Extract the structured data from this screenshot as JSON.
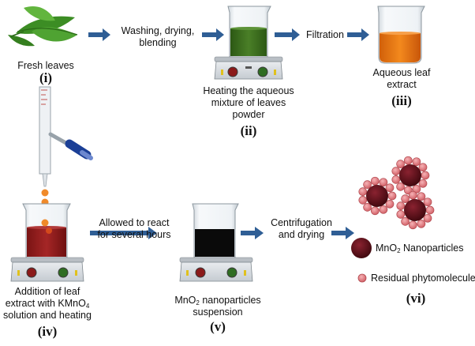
{
  "steps": {
    "s1": "(i)",
    "s2": "(ii)",
    "s3": "(iii)",
    "s4": "(iv)",
    "s5": "(v)",
    "s6": "(vi)"
  },
  "labels": {
    "fresh_leaves": "Fresh leaves",
    "washing_l1": "Washing, drying,",
    "washing_l2": "blending",
    "filtration": "Filtration",
    "heating_l1": "Heating the aqueous",
    "heating_l2": "mixture of leaves",
    "heating_l3": "powder",
    "extract_l1": "Aqueous leaf",
    "extract_l2": "extract",
    "react_l1": "Allowed to react",
    "react_l2": "for several hours",
    "centrif_l1": "Centrifugation",
    "centrif_l2": "and drying",
    "addition_l1": "Addition of leaf",
    "addition_l2a": "extract with KMnO",
    "addition_l2sub": "4",
    "addition_l3": "solution and heating",
    "susp_l1a": "MnO",
    "susp_l1sub": "2",
    "susp_l1b": " nanoparticles",
    "susp_l2": "suspension"
  },
  "legend": {
    "np_a": "MnO",
    "np_sub": "2",
    "np_b": " Nanoparticles",
    "phyto": "Residual phytomolecules"
  },
  "colors": {
    "arrow": "#2f5e95",
    "green_liquid": "#3c6e1f",
    "orange_liquid": "#e8760c",
    "red_liquid": "#8e1a1a",
    "black_liquid": "#0a0a0a",
    "nanoparticle": "#5a0f16",
    "phytomolecule": "#e07a7f"
  },
  "icons": [
    "leaf-icon",
    "beaker-icon",
    "hot-plate-stirrer-icon",
    "burette-icon",
    "nanoparticle-cluster-icon"
  ]
}
